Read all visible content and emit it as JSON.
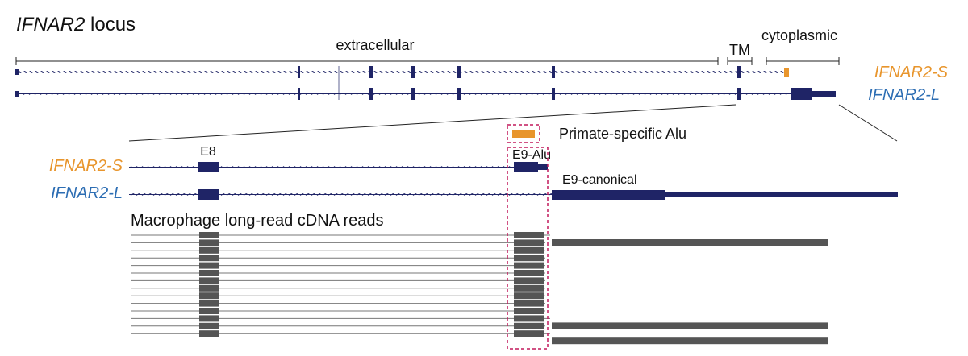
{
  "figure": {
    "title_gene": "IFNAR2",
    "title_suffix": " locus",
    "domains": {
      "extracellular": "extracellular",
      "tm": "TM",
      "cytoplasmic": "cytoplasmic"
    },
    "isoforms": {
      "short": "IFNAR2-S",
      "long": "IFNAR2-L"
    },
    "zoom": {
      "alu_label": "Primate-specific Alu",
      "exon8_label": "E8",
      "exon9alu_label": "E9-Alu",
      "exon9canonical_label": "E9-canonical",
      "reads_title": "Macrophage long-read cDNA reads"
    }
  },
  "colors": {
    "navy": "#1f2466",
    "orange": "#e8952c",
    "blue": "#2c6db3",
    "gray": "#555555",
    "dash_red": "#c2185b"
  }
}
